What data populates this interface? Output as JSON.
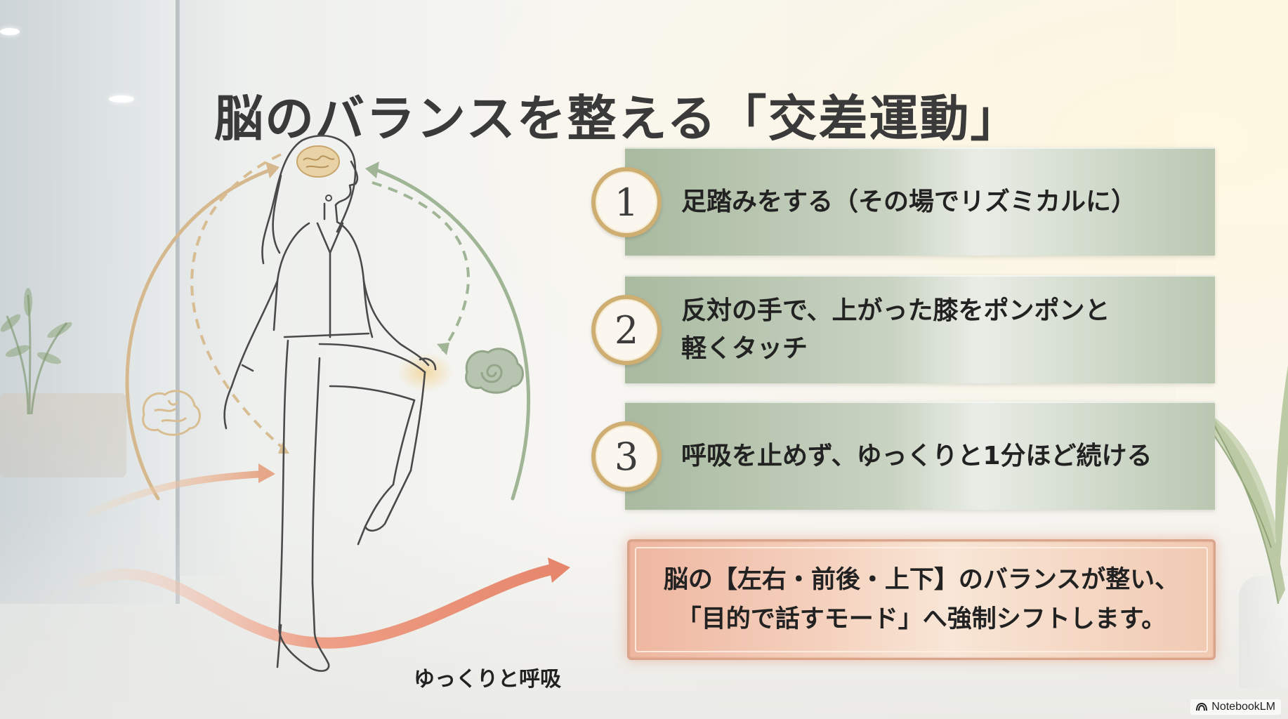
{
  "title": "脳のバランスを整える「交差運動」",
  "illustration": {
    "breath_label": "ゆっくりと呼吸"
  },
  "steps": [
    {
      "number": "1",
      "text": "足踏みをする（その場でリズミカルに）"
    },
    {
      "number": "2",
      "text": "反対の手で、上がった膝をポンポンと\n軽くタッチ"
    },
    {
      "number": "3",
      "text": "呼吸を止めず、ゆっくりと1分ほど続ける"
    }
  ],
  "result": {
    "line1": "脳の【左右・前後・上下】のバランスが整い、",
    "line2": "「目的で話すモード」へ強制シフトします。"
  },
  "watermark": "NotebookLM",
  "colors": {
    "step_green": "#a9baa0",
    "number_ring_gold": "#cfae72",
    "result_salmon": "#eeb6a0",
    "arrow_gold": "#d8b98a",
    "arrow_green": "#9fb596",
    "arrow_coral": "#ea9b82"
  }
}
